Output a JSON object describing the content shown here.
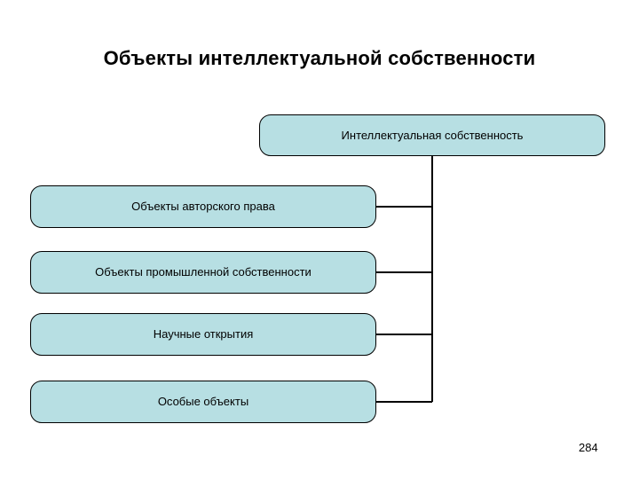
{
  "slide": {
    "title": "Объекты интеллектуальной собственности",
    "page_number": "284",
    "background_color": "#ffffff"
  },
  "diagram": {
    "type": "hierarchy",
    "node_fill_color": "#b7dfe3",
    "node_border_color": "#000000",
    "connector_color": "#000000",
    "root": {
      "label": "Интеллектуальная собственность"
    },
    "children": [
      {
        "label": "Объекты авторского права"
      },
      {
        "label": "Объекты промышленной собственности"
      },
      {
        "label": "Научные открытия"
      },
      {
        "label": "Особые объекты"
      }
    ]
  }
}
